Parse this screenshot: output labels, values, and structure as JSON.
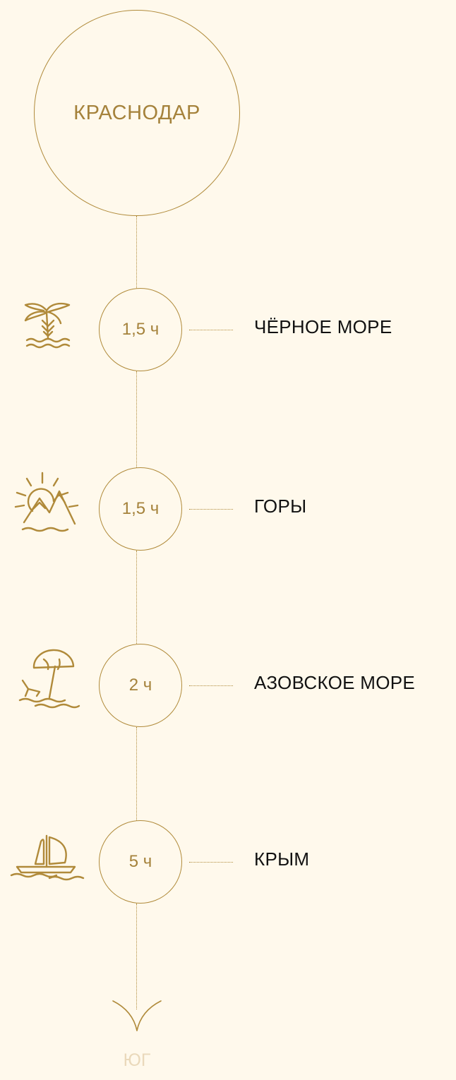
{
  "origin": {
    "label": "КРАСНОДАР"
  },
  "destinations": [
    {
      "time": "1,5 ч",
      "name": "ЧЁРНОЕ МОРЕ",
      "icon": "palm-tree-icon"
    },
    {
      "time": "1,5 ч",
      "name": "ГОРЫ",
      "icon": "mountains-sun-icon"
    },
    {
      "time": "2 ч",
      "name": "АЗОВСКОЕ МОРЕ",
      "icon": "beach-umbrella-icon"
    },
    {
      "time": "5 ч",
      "name": "КРЫМ",
      "icon": "sailboat-icon"
    }
  ],
  "direction": {
    "label": "ЮГ"
  },
  "colors": {
    "background": "#fff9ec",
    "accent": "#b08a3a",
    "text": "#111111",
    "muted": "#ead9bb"
  }
}
